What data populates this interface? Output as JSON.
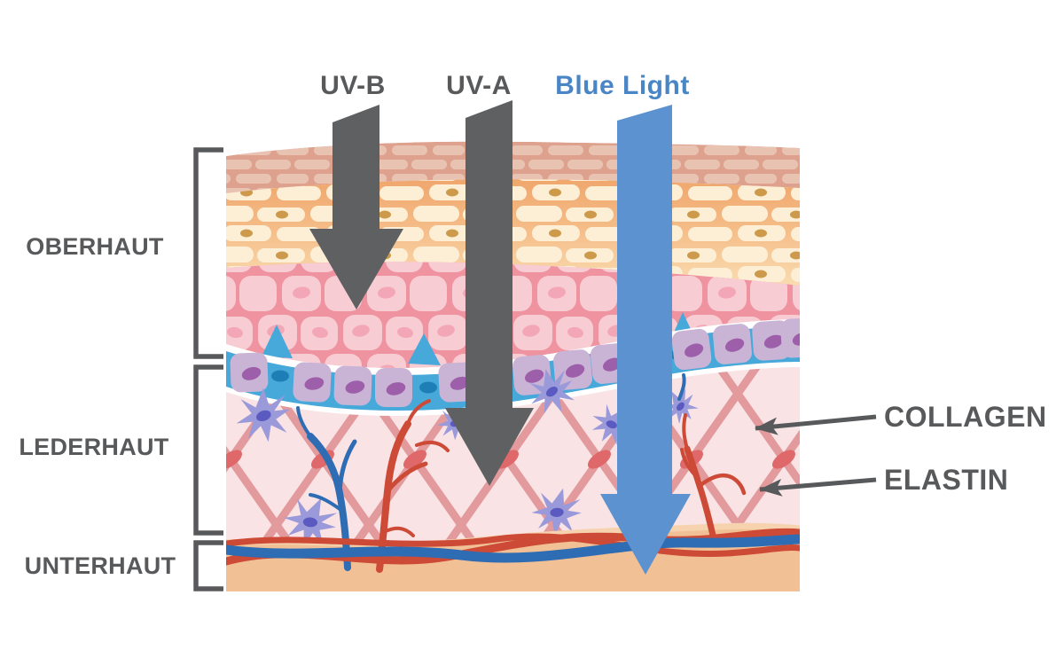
{
  "rays": [
    {
      "name": "uv-b",
      "label": "UV-B",
      "arrow_color": "#5f6062",
      "label_color": "#58595b"
    },
    {
      "name": "uv-a",
      "label": "UV-A",
      "arrow_color": "#5f6062",
      "label_color": "#58595b"
    },
    {
      "name": "blue-light",
      "label": "Blue Light",
      "arrow_color": "#5b92cf",
      "label_color": "#4a86c6"
    }
  ],
  "skin_layers": [
    {
      "name": "oberhaut",
      "label": "OBERHAUT"
    },
    {
      "name": "lederhaut",
      "label": "LEDERHAUT"
    },
    {
      "name": "unterhaut",
      "label": "UNTERHAUT"
    }
  ],
  "annotations": [
    {
      "name": "collagen",
      "label": "COLLAGEN"
    },
    {
      "name": "elastin",
      "label": "ELASTIN"
    }
  ],
  "colors": {
    "label_gray": "#58595b",
    "corneum_bg": "#dda18e",
    "corneum_dash": "#e9c3b2",
    "granular_cell": "#fdefd6",
    "spinous_bg": "#ef93a0",
    "spinous_cell": "#f8ccd3",
    "basal_blue": "#47a8da",
    "basal_cell": "#cab4d6",
    "dermis_bg": "#f9e3e5",
    "collagen_fiber": "#e29a9c",
    "elastin_capsule": "#df686a",
    "fibroblast": "#9a9ada",
    "vessel_red": "#cc4a36",
    "vessel_blue": "#2e6cb3",
    "subcutis_bg": "#f2c095"
  }
}
